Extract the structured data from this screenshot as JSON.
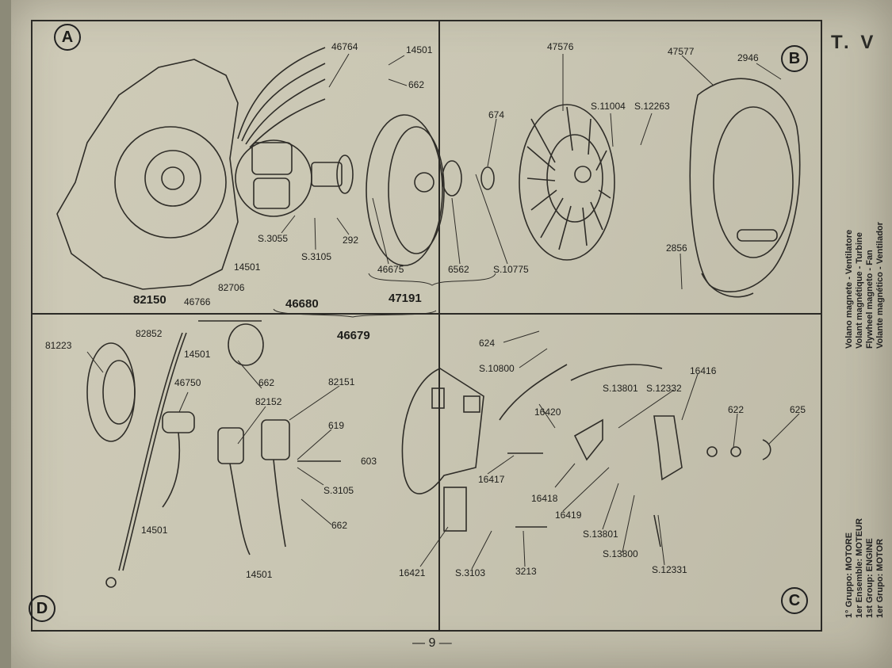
{
  "plate_id": "T. V",
  "page_number": "— 9 —",
  "quadrants": {
    "a": "A",
    "b": "B",
    "c": "C",
    "d": "D"
  },
  "parts": {
    "p46764": "46764",
    "p14501_a": "14501",
    "p662_a": "662",
    "p47576": "47576",
    "p47577": "47577",
    "p2946": "2946",
    "p674": "674",
    "ps11004": "S.11004",
    "ps12263": "S.12263",
    "ps3055": "S.3055",
    "ps3105_a": "S.3105",
    "p292": "292",
    "p46675": "46675",
    "p6562": "6562",
    "ps10775": "S.10775",
    "p2856": "2856",
    "p82150": "82150",
    "p46680": "46680",
    "p47191": "47191",
    "p46679": "46679",
    "p14501_b": "14501",
    "p82706": "82706",
    "p46766": "46766",
    "p82852": "82852",
    "p81223": "81223",
    "p14501_c": "14501",
    "p46750": "46750",
    "p662_b": "662",
    "p82152": "82152",
    "p82151": "82151",
    "p619": "619",
    "p603": "603",
    "ps3105_b": "S.3105",
    "p662_c": "662",
    "p14501_d": "14501",
    "p14501_e": "14501",
    "p624": "624",
    "ps10800": "S.10800",
    "ps13801_a": "S.13801",
    "ps12332": "S.12332",
    "p16416": "16416",
    "p16420": "16420",
    "p622": "622",
    "p625": "625",
    "p16417": "16417",
    "p16418": "16418",
    "p16419": "16419",
    "ps13801_b": "S.13801",
    "ps13800": "S.13800",
    "ps12331": "S.12331",
    "p16421": "16421",
    "ps3103": "S.3103",
    "p3213": "3213"
  },
  "side_caption": {
    "title_lines": [
      "Volano magnete - Ventilatore",
      "Volant magnétique - Turbine",
      "Flywheel magneto - Fan",
      "Volante magnético - Ventilador"
    ],
    "group_lines": [
      "1° Gruppo: MOTORE",
      "1er Ensemble: MOTEUR",
      "1st Group: ENGINE",
      "1er Grupo: MOTOR"
    ]
  }
}
